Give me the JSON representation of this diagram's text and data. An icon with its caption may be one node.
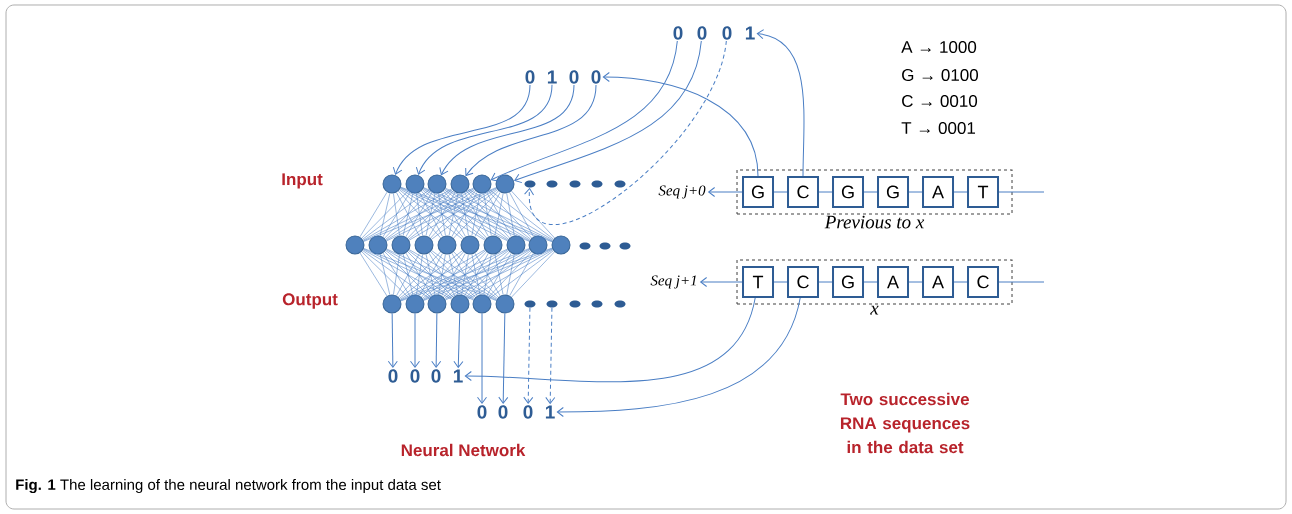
{
  "diagram": {
    "caption": "**Fig. 1** The learning of the neural network from the input data set",
    "nodes": [
      {
        "text": [
          "0"
        ]
      },
      {
        "text": [
          "0"
        ]
      },
      {
        "text": [
          "0"
        ]
      },
      {
        "text": [
          "1"
        ]
      },
      {
        "text": [
          "0"
        ]
      },
      {
        "text": [
          "1"
        ]
      },
      {
        "text": [
          "0"
        ]
      },
      {
        "text": [
          "0"
        ]
      },
      {
        "text": [],
        "shape": "circle"
      },
      {
        "text": [],
        "shape": "circle"
      },
      {
        "text": [],
        "shape": "circle"
      },
      {
        "text": [],
        "shape": "circle"
      },
      {
        "text": [],
        "shape": "circle"
      },
      {
        "text": [],
        "shape": "circle"
      },
      {
        "text": [],
        "shape": "ellipse"
      },
      {
        "text": [],
        "shape": "ellipse"
      },
      {
        "text": [],
        "shape": "ellipse"
      },
      {
        "text": [],
        "shape": "ellipse"
      },
      {
        "text": [],
        "shape": "ellipse"
      },
      {
        "text": [
          "Previous to x"
        ]
      },
      {
        "text": [
          "G"
        ],
        "in": 19
      },
      {
        "text": [
          "C"
        ],
        "in": 19
      },
      {
        "text": [
          "G"
        ],
        "in": 19
      },
      {
        "text": [
          "G"
        ],
        "in": 19
      },
      {
        "text": [
          "A"
        ],
        "in": 19
      },
      {
        "text": [
          "T"
        ],
        "in": 19
      },
      {
        "text": [
          "Seq j+0"
        ]
      },
      {
        "text": [],
        "shape": "circle"
      },
      {
        "text": [],
        "shape": "circle"
      },
      {
        "text": [],
        "shape": "circle"
      },
      {
        "text": [],
        "shape": "circle"
      },
      {
        "text": [],
        "shape": "circle"
      },
      {
        "text": [],
        "shape": "circle"
      },
      {
        "text": [],
        "shape": "circle"
      },
      {
        "text": [],
        "shape": "circle"
      },
      {
        "text": [],
        "shape": "circle"
      },
      {
        "text": [],
        "shape": "circle"
      },
      {
        "text": [],
        "shape": "ellipse"
      },
      {
        "text": [],
        "shape": "ellipse"
      },
      {
        "text": [],
        "shape": "ellipse"
      },
      {
        "text": [
          "Seq j+1"
        ]
      },
      {
        "text": [
          "x"
        ]
      },
      {
        "text": [
          "T"
        ],
        "in": 41
      },
      {
        "text": [
          "C"
        ],
        "in": 41
      },
      {
        "text": [
          "G"
        ],
        "in": 41
      },
      {
        "text": [
          "A"
        ],
        "in": 41
      },
      {
        "text": [
          "A"
        ],
        "in": 41
      },
      {
        "text": [
          "C"
        ],
        "in": 41
      },
      {
        "text": [],
        "shape": "circle"
      },
      {
        "text": [],
        "shape": "circle"
      },
      {
        "text": [],
        "shape": "circle"
      },
      {
        "text": [],
        "shape": "circle"
      },
      {
        "text": [],
        "shape": "circle"
      },
      {
        "text": [],
        "shape": "circle"
      },
      {
        "text": [],
        "shape": "ellipse"
      },
      {
        "text": [],
        "shape": "ellipse"
      },
      {
        "text": [],
        "shape": "ellipse"
      },
      {
        "text": [],
        "shape": "ellipse"
      },
      {
        "text": [],
        "shape": "ellipse"
      },
      {
        "text": [
          "0"
        ]
      },
      {
        "text": [
          "0"
        ]
      },
      {
        "text": [
          "0"
        ]
      },
      {
        "text": [
          "1"
        ]
      },
      {
        "text": [
          "0"
        ]
      },
      {
        "text": [
          "0"
        ]
      },
      {
        "text": [
          "0"
        ]
      },
      {
        "text": [
          "1"
        ]
      }
    ],
    "edges": [
      {
        "from": 4,
        "to": 8,
        "arrow": "to"
      },
      {
        "from": 5,
        "to": 9,
        "arrow": "to"
      },
      {
        "from": 6,
        "to": 10,
        "arrow": "to"
      },
      {
        "from": 7,
        "to": 11,
        "arrow": "to"
      },
      {
        "from": 0,
        "to": 12,
        "arrow": "to"
      },
      {
        "from": 1,
        "to": 13,
        "arrow": "to"
      },
      {
        "from": 2,
        "to": 14,
        "arrow": "to",
        "style": "dashed"
      },
      {
        "from": 20,
        "to": 7,
        "arrow": "to"
      },
      {
        "from": 21,
        "to": 3,
        "arrow": "to"
      },
      {
        "from": 20,
        "to": 26,
        "arrow": "to"
      },
      {
        "from": 42,
        "to": 40,
        "arrow": "to"
      },
      {
        "from": 42,
        "to": 62,
        "arrow": "to"
      },
      {
        "from": 43,
        "to": 66,
        "arrow": "to"
      },
      {
        "from": 48,
        "to": 59,
        "arrow": "to"
      },
      {
        "from": 49,
        "to": 60,
        "arrow": "to"
      },
      {
        "from": 50,
        "to": 61,
        "arrow": "to"
      },
      {
        "from": 51,
        "to": 62,
        "arrow": "to"
      },
      {
        "from": 52,
        "to": 63,
        "arrow": "to"
      },
      {
        "from": 53,
        "to": 64,
        "arrow": "to"
      },
      {
        "from": 54,
        "to": 65,
        "arrow": "to",
        "style": "dashed"
      },
      {
        "from": 55,
        "to": 66,
        "arrow": "to",
        "style": "dashed"
      },
      {
        "from": 20,
        "to": 21,
        "arrow": "none"
      },
      {
        "from": 21,
        "to": 22,
        "arrow": "none"
      },
      {
        "from": 22,
        "to": 23,
        "arrow": "none"
      },
      {
        "from": 23,
        "to": 24,
        "arrow": "none"
      },
      {
        "from": 24,
        "to": 25,
        "arrow": "none"
      },
      {
        "from": 25,
        "to": null,
        "arrow": "none"
      },
      {
        "from": 42,
        "to": 43,
        "arrow": "none"
      },
      {
        "from": 43,
        "to": 44,
        "arrow": "none"
      },
      {
        "from": 44,
        "to": 45,
        "arrow": "none"
      },
      {
        "from": 45,
        "to": 46,
        "arrow": "none"
      },
      {
        "from": 46,
        "to": 47,
        "arrow": "none"
      },
      {
        "from": 47,
        "to": null,
        "arrow": "none"
      },
      {
        "from": 8,
        "to": 27,
        "arrow": "none"
      },
      {
        "from": 8,
        "to": 28,
        "arrow": "none"
      },
      {
        "from": 8,
        "to": 29,
        "arrow": "none"
      },
      {
        "from": 8,
        "to": 30,
        "arrow": "none"
      },
      {
        "from": 8,
        "to": 31,
        "arrow": "none"
      },
      {
        "from": 8,
        "to": 32,
        "arrow": "none"
      },
      {
        "from": 8,
        "to": 33,
        "arrow": "none"
      },
      {
        "from": 8,
        "to": 34,
        "arrow": "none"
      },
      {
        "from": 8,
        "to": 35,
        "arrow": "none"
      },
      {
        "from": 8,
        "to": 36,
        "arrow": "none"
      },
      {
        "from": 9,
        "to": 27,
        "arrow": "none"
      },
      {
        "from": 9,
        "to": 28,
        "arrow": "none"
      },
      {
        "from": 9,
        "to": 29,
        "arrow": "none"
      },
      {
        "from": 9,
        "to": 30,
        "arrow": "none"
      },
      {
        "from": 9,
        "to": 31,
        "arrow": "none"
      },
      {
        "from": 9,
        "to": 32,
        "arrow": "none"
      },
      {
        "from": 9,
        "to": 33,
        "arrow": "none"
      },
      {
        "from": 9,
        "to": 34,
        "arrow": "none"
      },
      {
        "from": 9,
        "to": 35,
        "arrow": "none"
      },
      {
        "from": 9,
        "to": 36,
        "arrow": "none"
      },
      {
        "from": 10,
        "to": 27,
        "arrow": "none"
      },
      {
        "from": 10,
        "to": 28,
        "arrow": "none"
      },
      {
        "from": 10,
        "to": 29,
        "arrow": "none"
      },
      {
        "from": 10,
        "to": 30,
        "arrow": "none"
      },
      {
        "from": 10,
        "to": 31,
        "arrow": "none"
      },
      {
        "from": 10,
        "to": 32,
        "arrow": "none"
      },
      {
        "from": 10,
        "to": 33,
        "arrow": "none"
      },
      {
        "from": 10,
        "to": 34,
        "arrow": "none"
      },
      {
        "from": 10,
        "to": 35,
        "arrow": "none"
      },
      {
        "from": 10,
        "to": 36,
        "arrow": "none"
      },
      {
        "from": 11,
        "to": 27,
        "arrow": "none"
      },
      {
        "from": 11,
        "to": 28,
        "arrow": "none"
      },
      {
        "from": 11,
        "to": 29,
        "arrow": "none"
      },
      {
        "from": 11,
        "to": 30,
        "arrow": "none"
      },
      {
        "from": 11,
        "to": 31,
        "arrow": "none"
      },
      {
        "from": 11,
        "to": 32,
        "arrow": "none"
      },
      {
        "from": 11,
        "to": 33,
        "arrow": "none"
      },
      {
        "from": 11,
        "to": 34,
        "arrow": "none"
      },
      {
        "from": 11,
        "to": 35,
        "arrow": "none"
      },
      {
        "from": 11,
        "to": 36,
        "arrow": "none"
      },
      {
        "from": 12,
        "to": 27,
        "arrow": "none"
      },
      {
        "from": 12,
        "to": 28,
        "arrow": "none"
      },
      {
        "from": 12,
        "to": 29,
        "arrow": "none"
      },
      {
        "from": 12,
        "to": 30,
        "arrow": "none"
      },
      {
        "from": 12,
        "to": 31,
        "arrow": "none"
      },
      {
        "from": 12,
        "to": 32,
        "arrow": "none"
      },
      {
        "from": 12,
        "to": 33,
        "arrow": "none"
      },
      {
        "from": 12,
        "to": 34,
        "arrow": "none"
      },
      {
        "from": 12,
        "to": 35,
        "arrow": "none"
      },
      {
        "from": 12,
        "to": 36,
        "arrow": "none"
      },
      {
        "from": 13,
        "to": 27,
        "arrow": "none"
      },
      {
        "from": 13,
        "to": 28,
        "arrow": "none"
      },
      {
        "from": 13,
        "to": 29,
        "arrow": "none"
      },
      {
        "from": 13,
        "to": 30,
        "arrow": "none"
      },
      {
        "from": 13,
        "to": 31,
        "arrow": "none"
      },
      {
        "from": 13,
        "to": 32,
        "arrow": "none"
      },
      {
        "from": 13,
        "to": 33,
        "arrow": "none"
      },
      {
        "from": 13,
        "to": 34,
        "arrow": "none"
      },
      {
        "from": 13,
        "to": 35,
        "arrow": "none"
      },
      {
        "from": 13,
        "to": 36,
        "arrow": "none"
      },
      {
        "from": 27,
        "to": 48,
        "arrow": "none"
      },
      {
        "from": 27,
        "to": 49,
        "arrow": "none"
      },
      {
        "from": 27,
        "to": 50,
        "arrow": "none"
      },
      {
        "from": 27,
        "to": 51,
        "arrow": "none"
      },
      {
        "from": 27,
        "to": 52,
        "arrow": "none"
      },
      {
        "from": 27,
        "to": 53,
        "arrow": "none"
      },
      {
        "from": 28,
        "to": 48,
        "arrow": "none"
      },
      {
        "from": 28,
        "to": 49,
        "arrow": "none"
      },
      {
        "from": 28,
        "to": 50,
        "arrow": "none"
      },
      {
        "from": 28,
        "to": 51,
        "arrow": "none"
      },
      {
        "from": 28,
        "to": 52,
        "arrow": "none"
      },
      {
        "from": 28,
        "to": 53,
        "arrow": "none"
      },
      {
        "from": 29,
        "to": 48,
        "arrow": "none"
      },
      {
        "from": 29,
        "to": 49,
        "arrow": "none"
      },
      {
        "from": 29,
        "to": 50,
        "arrow": "none"
      },
      {
        "from": 29,
        "to": 51,
        "arrow": "none"
      },
      {
        "from": 29,
        "to": 52,
        "arrow": "none"
      },
      {
        "from": 29,
        "to": 53,
        "arrow": "none"
      },
      {
        "from": 30,
        "to": 48,
        "arrow": "none"
      },
      {
        "from": 30,
        "to": 49,
        "arrow": "none"
      },
      {
        "from": 30,
        "to": 50,
        "arrow": "none"
      },
      {
        "from": 30,
        "to": 51,
        "arrow": "none"
      },
      {
        "from": 30,
        "to": 52,
        "arrow": "none"
      },
      {
        "from": 30,
        "to": 53,
        "arrow": "none"
      },
      {
        "from": 31,
        "to": 48,
        "arrow": "none"
      },
      {
        "from": 31,
        "to": 49,
        "arrow": "none"
      },
      {
        "from": 31,
        "to": 50,
        "arrow": "none"
      },
      {
        "from": 31,
        "to": 51,
        "arrow": "none"
      },
      {
        "from": 31,
        "to": 52,
        "arrow": "none"
      },
      {
        "from": 31,
        "to": 53,
        "arrow": "none"
      },
      {
        "from": 32,
        "to": 48,
        "arrow": "none"
      },
      {
        "from": 32,
        "to": 49,
        "arrow": "none"
      },
      {
        "from": 32,
        "to": 50,
        "arrow": "none"
      },
      {
        "from": 32,
        "to": 51,
        "arrow": "none"
      },
      {
        "from": 32,
        "to": 52,
        "arrow": "none"
      },
      {
        "from": 32,
        "to": 53,
        "arrow": "none"
      },
      {
        "from": 33,
        "to": 48,
        "arrow": "none"
      },
      {
        "from": 33,
        "to": 49,
        "arrow": "none"
      },
      {
        "from": 33,
        "to": 50,
        "arrow": "none"
      },
      {
        "from": 33,
        "to": 51,
        "arrow": "none"
      },
      {
        "from": 33,
        "to": 52,
        "arrow": "none"
      },
      {
        "from": 33,
        "to": 53,
        "arrow": "none"
      },
      {
        "from": 34,
        "to": 48,
        "arrow": "none"
      },
      {
        "from": 34,
        "to": 49,
        "arrow": "none"
      },
      {
        "from": 34,
        "to": 50,
        "arrow": "none"
      },
      {
        "from": 34,
        "to": 51,
        "arrow": "none"
      },
      {
        "from": 34,
        "to": 52,
        "arrow": "none"
      },
      {
        "from": 34,
        "to": 53,
        "arrow": "none"
      },
      {
        "from": 35,
        "to": 48,
        "arrow": "none"
      },
      {
        "from": 35,
        "to": 49,
        "arrow": "none"
      },
      {
        "from": 35,
        "to": 50,
        "arrow": "none"
      },
      {
        "from": 35,
        "to": 51,
        "arrow": "none"
      },
      {
        "from": 35,
        "to": 52,
        "arrow": "none"
      },
      {
        "from": 35,
        "to": 53,
        "arrow": "none"
      },
      {
        "from": 36,
        "to": 48,
        "arrow": "none"
      },
      {
        "from": 36,
        "to": 49,
        "arrow": "none"
      },
      {
        "from": 36,
        "to": 50,
        "arrow": "none"
      },
      {
        "from": 36,
        "to": 51,
        "arrow": "none"
      },
      {
        "from": 36,
        "to": 52,
        "arrow": "none"
      },
      {
        "from": 36,
        "to": 53,
        "arrow": "none"
      }
    ],
    "labels": [
      "A → 1000",
      "G → 0100",
      "C → 0010",
      "T → 0001",
      "Input",
      "Output",
      "Two successive RNA sequences in the data set",
      "Neural Network"
    ]
  }
}
